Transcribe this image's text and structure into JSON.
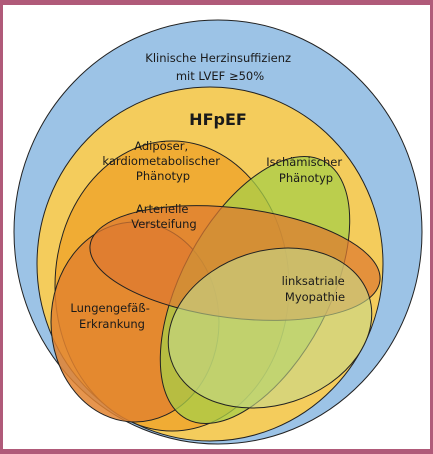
{
  "diagram": {
    "outer_label": [
      "Klinische Herzinsuffizienz",
      "mit LVEF ≥50%"
    ],
    "hfpef_label": "HFpEF",
    "phenotypes": {
      "adipoes": [
        "Adipöser,",
        "kardiometabolischer",
        "Phänotyp"
      ],
      "ischaemisch": [
        "Ischämischer",
        "Phänotyp"
      ],
      "arteriell": [
        "Arterielle",
        "Versteifung"
      ],
      "lungengefaess": [
        "Lungengefäß-",
        "Erkrankung"
      ],
      "linksatrial": [
        "linksatriale",
        "Myopathie"
      ]
    },
    "colors": {
      "outer_fill": "#9cc3e6",
      "hfpef_fill": "#f4cc5c",
      "adipoes_fill": "#f0a830",
      "ischaemisch_fill": "#a8cf48",
      "arteriell_fill": "#de7a30",
      "lungengefaess_fill": "#e2822f",
      "linksatrial_fill": "#c7d88a",
      "stroke": "#222222",
      "frame": "#b05a79"
    }
  }
}
